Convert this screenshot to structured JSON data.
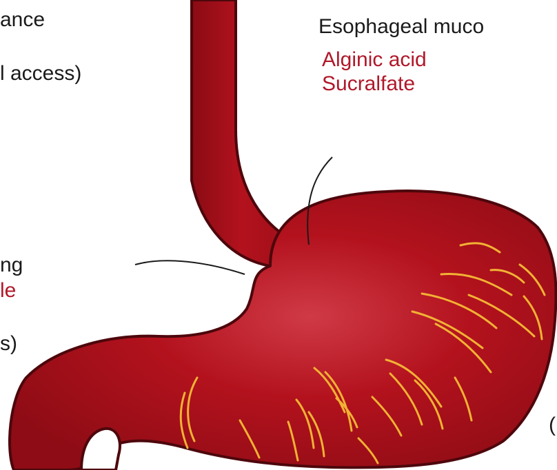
{
  "labels": {
    "top_left_1": "ance",
    "top_left_2": "l access)",
    "mid_left_1": "ng",
    "mid_left_2": "le",
    "mid_left_3": "s)",
    "top_right_heading": "Esophageal muco",
    "drug_1": "Alginic acid",
    "drug_2": "Sucralfate",
    "bottom_right": "("
  },
  "colors": {
    "stomach": "#b3121d",
    "stomach_dark": "#6f0a10",
    "rugae": "#f2b234",
    "label_red": "#b0182a",
    "label_black": "#1a1a1a"
  }
}
